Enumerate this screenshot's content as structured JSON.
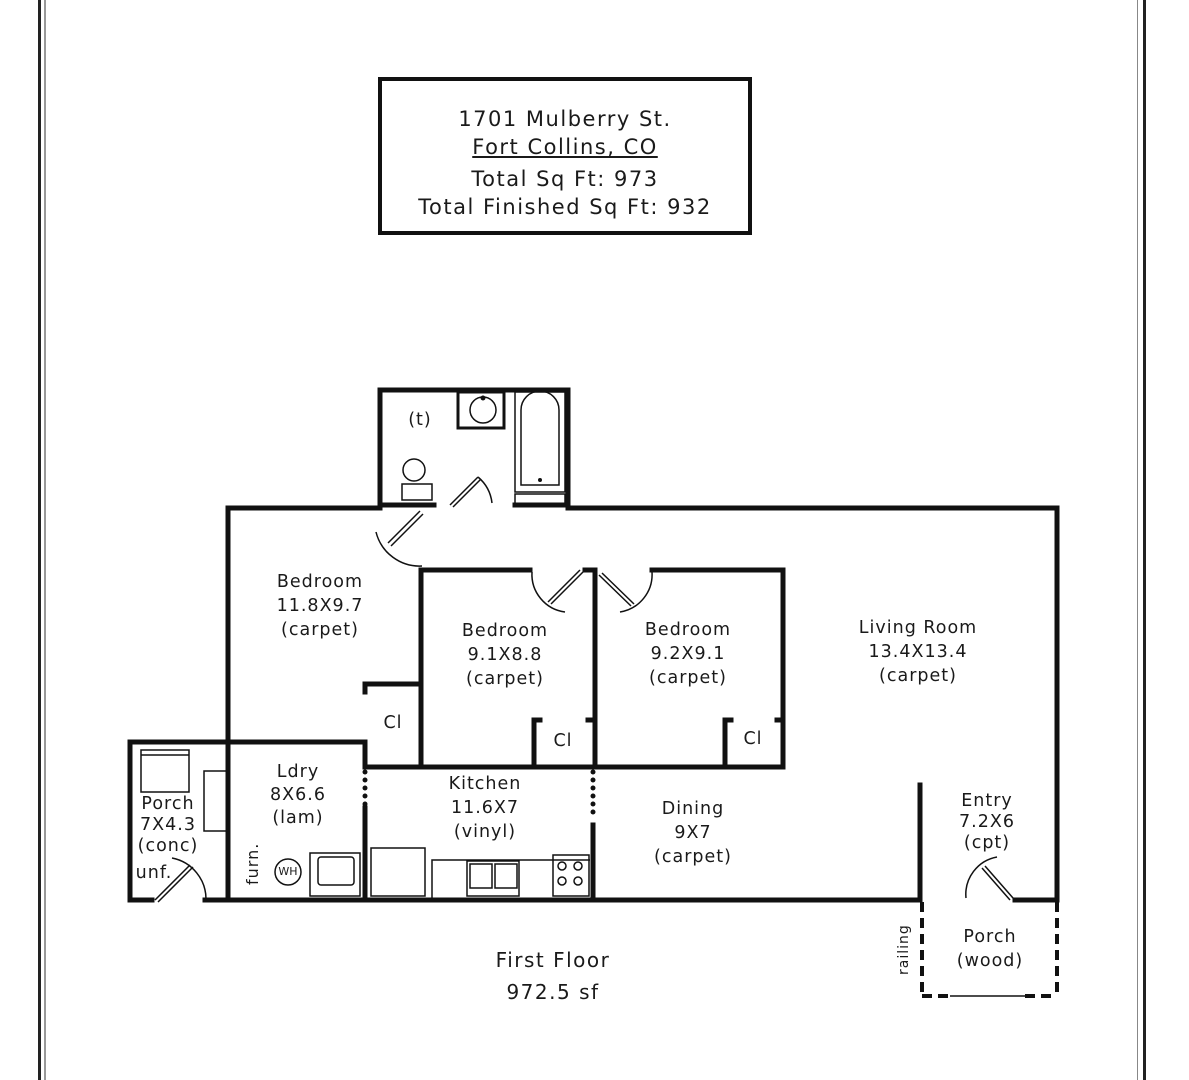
{
  "header": {
    "address": "1701 Mulberry St.",
    "city": "Fort Collins, CO",
    "total_sqft": "Total Sq Ft:  973",
    "total_finished_sqft": "Total Finished Sq Ft:  932"
  },
  "floor": {
    "name": "First Floor",
    "area": "972.5 sf"
  },
  "rooms": {
    "bath": {
      "label": "(t)"
    },
    "bedroom1": {
      "name": "Bedroom",
      "dims": "11.8X9.7",
      "floor": "(carpet)"
    },
    "bedroom2": {
      "name": "Bedroom",
      "dims": "9.1X8.8",
      "floor": "(carpet)"
    },
    "bedroom3": {
      "name": "Bedroom",
      "dims": "9.2X9.1",
      "floor": "(carpet)"
    },
    "living": {
      "name": "Living Room",
      "dims": "13.4X13.4",
      "floor": "(carpet)"
    },
    "porch_back": {
      "name": "Porch",
      "dims": "7X4.3",
      "floor": "(conc)",
      "note": "unf."
    },
    "laundry": {
      "name": "Ldry",
      "dims": "8X6.6",
      "floor": "(lam)",
      "furnace": "furn.",
      "water_heater": "WH"
    },
    "kitchen": {
      "name": "Kitchen",
      "dims": "11.6X7",
      "floor": "(vinyl)"
    },
    "dining": {
      "name": "Dining",
      "dims": "9X7",
      "floor": "(carpet)"
    },
    "entry": {
      "name": "Entry",
      "dims": "7.2X6",
      "floor": "(cpt)"
    },
    "porch_front": {
      "name": "Porch",
      "floor": "(wood)",
      "railing": "railing"
    }
  },
  "closets": [
    "Cl",
    "Cl",
    "Cl"
  ],
  "colors": {
    "wall": "#111111",
    "background": "#ffffff",
    "text": "#1a1a1a"
  }
}
